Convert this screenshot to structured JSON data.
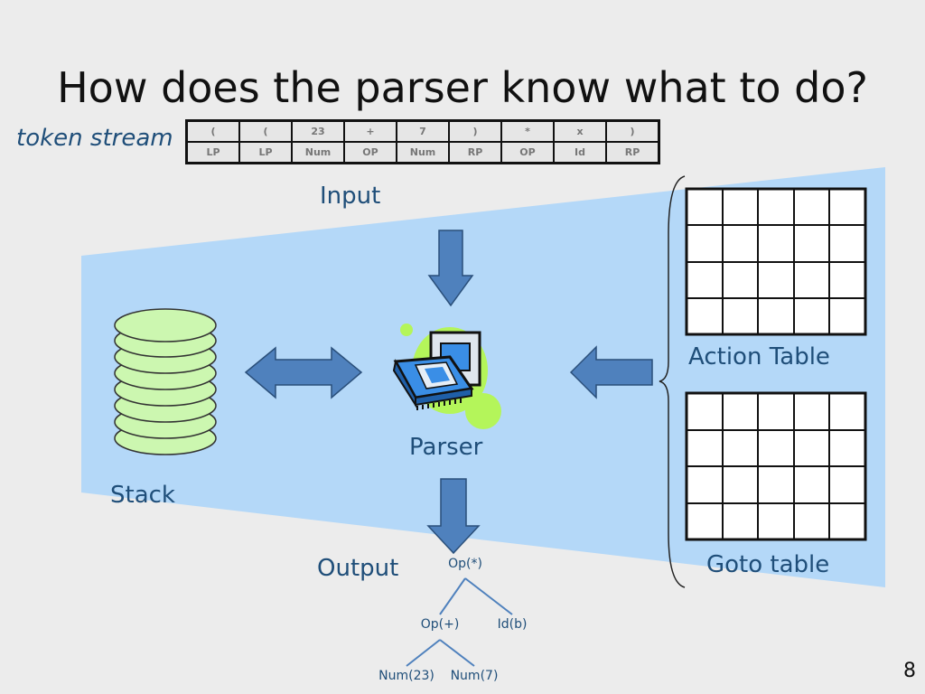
{
  "title": "How does the parser know what to do?",
  "token_stream": {
    "label": "token stream",
    "values": [
      "(",
      "(",
      "23",
      "+",
      "7",
      ")",
      "*",
      "x",
      ")"
    ],
    "types": [
      "LP",
      "LP",
      "Num",
      "OP",
      "Num",
      "RP",
      "OP",
      "Id",
      "RP"
    ]
  },
  "labels": {
    "input": "Input",
    "output": "Output",
    "parser": "Parser",
    "stack": "Stack",
    "action_table": "Action Table",
    "goto_table": "Goto table"
  },
  "tree": {
    "root": "Op(*)",
    "left": "Op(+)",
    "right": "Id(b)",
    "left_left": "Num(23)",
    "left_right": "Num(7)"
  },
  "page_number": "8",
  "colors": {
    "region": "#b4d8f8",
    "arrow": "#4f81bd",
    "stack": "#ccf7b0",
    "blob": "#b4f55a",
    "chip": "#3a8ee6"
  }
}
